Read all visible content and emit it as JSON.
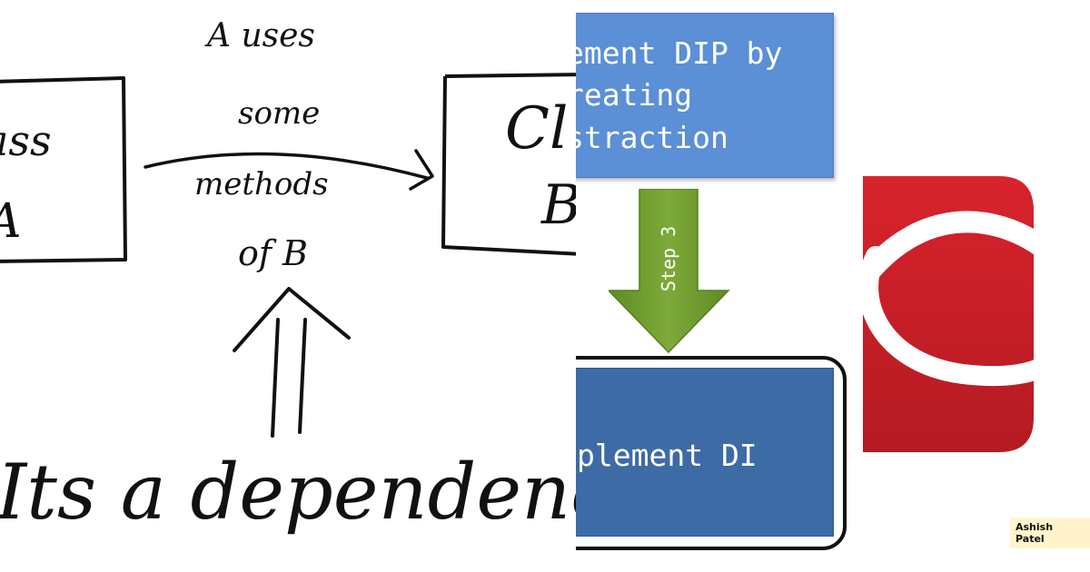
{
  "sketch": {
    "class_a_label": "ass",
    "class_a_letter": "A",
    "uses_lines": [
      "A uses",
      "some",
      "methods",
      "of B"
    ],
    "class_b_label": "Cl",
    "class_b_letter": "B",
    "caption": "Its a dependency"
  },
  "flow": {
    "top_box_lines": [
      "ement DIP by",
      "reating",
      "straction"
    ],
    "step_label": "Step 3",
    "bottom_box_line": "plement DI",
    "colors": {
      "top_box": "#5b8fd6",
      "arrow": "#6f9b2e",
      "bottom_box": "#3d6ba6"
    }
  },
  "logo": {
    "color": "#d01f2a",
    "author_badge": "Ashish Patel"
  }
}
